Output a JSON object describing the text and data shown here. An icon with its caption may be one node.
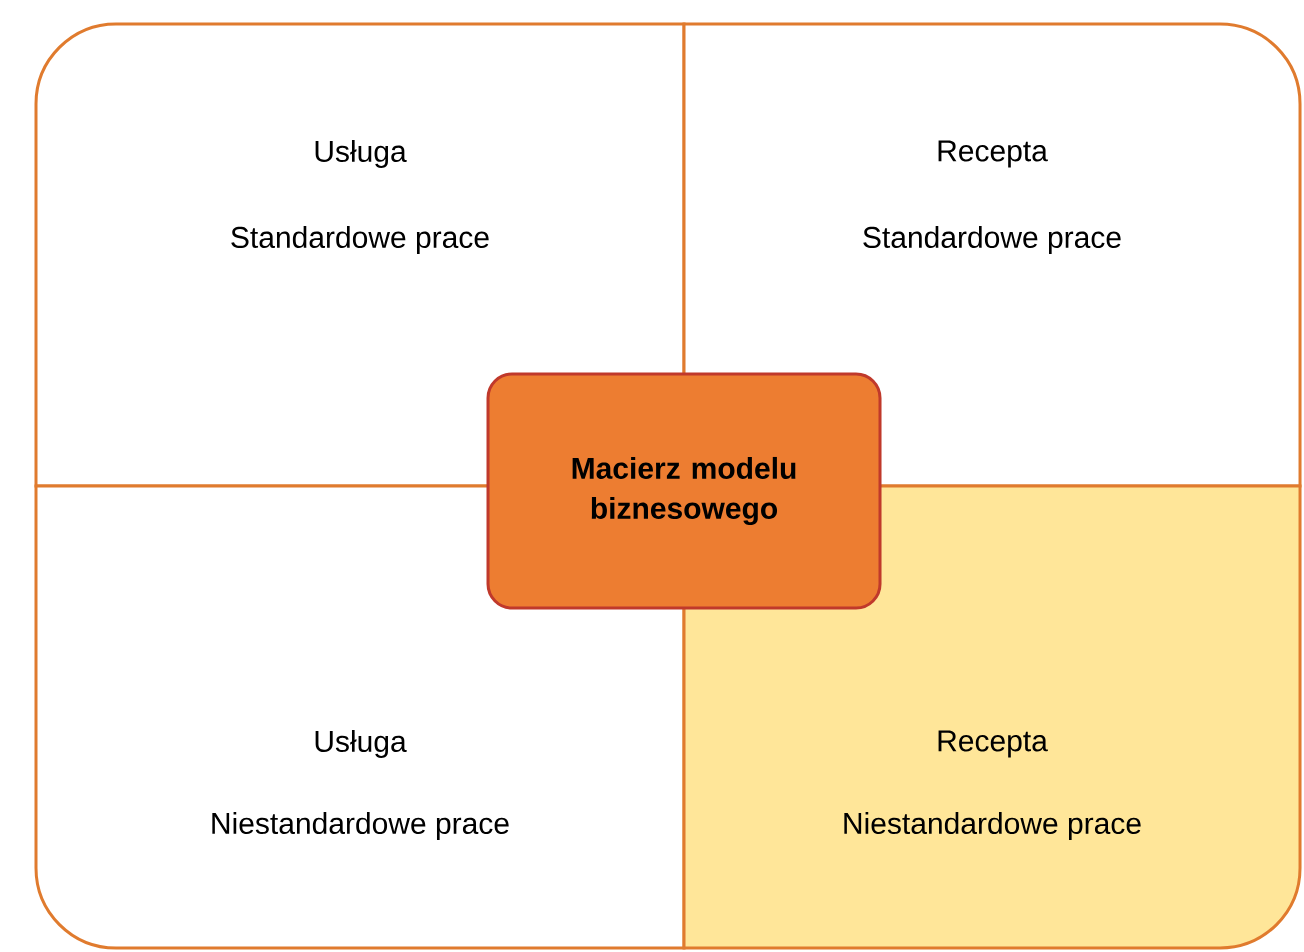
{
  "diagram": {
    "nodes": [
      {
        "text": [
          "Usługa",
          "Standardowe prace"
        ]
      },
      {
        "text": [
          "Recepta",
          "Standardowe prace"
        ]
      },
      {
        "text": [
          "Usługa",
          "Niestandardowe prace"
        ]
      },
      {
        "text": [
          "Recepta",
          "Niestandardowe prace"
        ]
      },
      {
        "text": [
          "Macierz modelu biznesowego"
        ]
      }
    ]
  }
}
